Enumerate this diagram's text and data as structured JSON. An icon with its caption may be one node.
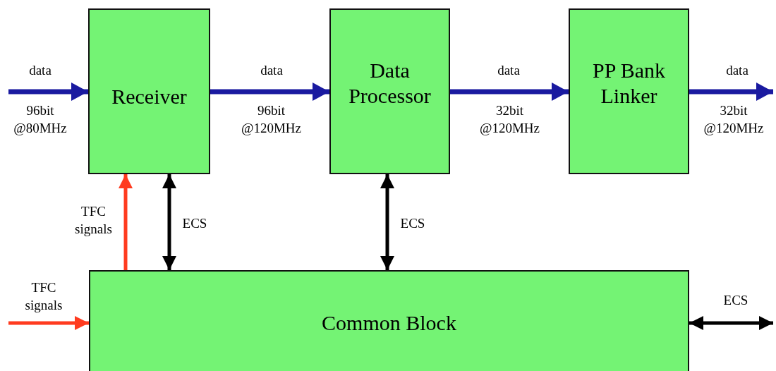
{
  "diagram": {
    "nodes": [
      {
        "text": [
          "Receiver"
        ]
      },
      {
        "text": [
          "Data Processor"
        ]
      },
      {
        "text": [
          "PP Bank Linker"
        ]
      },
      {
        "text": [
          "Common Block"
        ]
      }
    ],
    "edges": [
      {
        "from": null,
        "to": 0,
        "arrow": "to",
        "label": "data"
      },
      {
        "from": 0,
        "to": 1,
        "arrow": "to",
        "label": "data"
      },
      {
        "from": 1,
        "to": 2,
        "arrow": "to",
        "label": "data"
      },
      {
        "from": 2,
        "to": null,
        "arrow": "to",
        "label": "data"
      },
      {
        "from": 3,
        "to": 0,
        "arrow": "to",
        "label": "TFC signals",
        "color": "#ff3b1f"
      },
      {
        "from": 3,
        "to": 0,
        "arrow": "both",
        "label": "ECS",
        "color": "#000000"
      },
      {
        "from": 3,
        "to": 1,
        "arrow": "both",
        "label": "ECS",
        "color": "#000000"
      },
      {
        "from": null,
        "to": 3,
        "arrow": "to",
        "label": "TFC signals",
        "color": "#ff3b1f"
      },
      {
        "from": 3,
        "to": null,
        "arrow": "both",
        "label": "ECS",
        "color": "#000000"
      }
    ],
    "labels": [
      "96bit @80MHz",
      "96bit @120MHz",
      "32bit @120MHz",
      "32bit @120MHz"
    ]
  }
}
